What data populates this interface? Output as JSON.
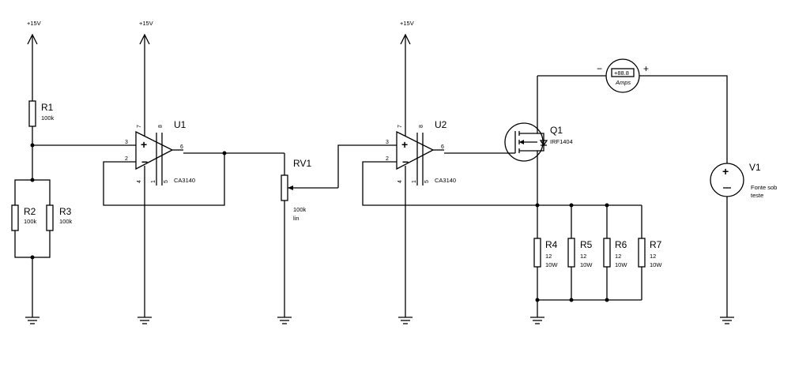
{
  "supplies": {
    "vcc1": "+15V",
    "vcc2": "+15V",
    "vcc3": "+15V"
  },
  "resistors": {
    "r1": {
      "name": "R1",
      "value": "100k"
    },
    "r2": {
      "name": "R2",
      "value": "100k"
    },
    "r3": {
      "name": "R3",
      "value": "100k"
    },
    "r4": {
      "name": "R4",
      "value": "12",
      "power": "10W"
    },
    "r5": {
      "name": "R5",
      "value": "12",
      "power": "10W"
    },
    "r6": {
      "name": "R6",
      "value": "12",
      "power": "10W"
    },
    "r7": {
      "name": "R7",
      "value": "12",
      "power": "10W"
    }
  },
  "pot": {
    "name": "RV1",
    "value": "100k",
    "taper": "lin"
  },
  "opamps": {
    "u1": {
      "name": "U1",
      "part": "CA3140"
    },
    "u2": {
      "name": "U2",
      "part": "CA3140"
    }
  },
  "opamp_pins": {
    "u1": {
      "p3": "3",
      "p2": "2",
      "p6": "6",
      "p7": "7",
      "p8": "8",
      "p4": "4",
      "p1": "1",
      "p5": "5"
    },
    "u2": {
      "p3": "3",
      "p2": "2",
      "p6": "6",
      "p7": "7",
      "p8": "8",
      "p4": "4",
      "p1": "1",
      "p5": "5"
    }
  },
  "mosfet": {
    "name": "Q1",
    "part": "IRF1404"
  },
  "ammeter": {
    "display": "+88.8",
    "unit": "Amps",
    "minus": "−",
    "plus": "+"
  },
  "source": {
    "name": "V1",
    "line1": "Fonte sob",
    "line2": "teste"
  }
}
